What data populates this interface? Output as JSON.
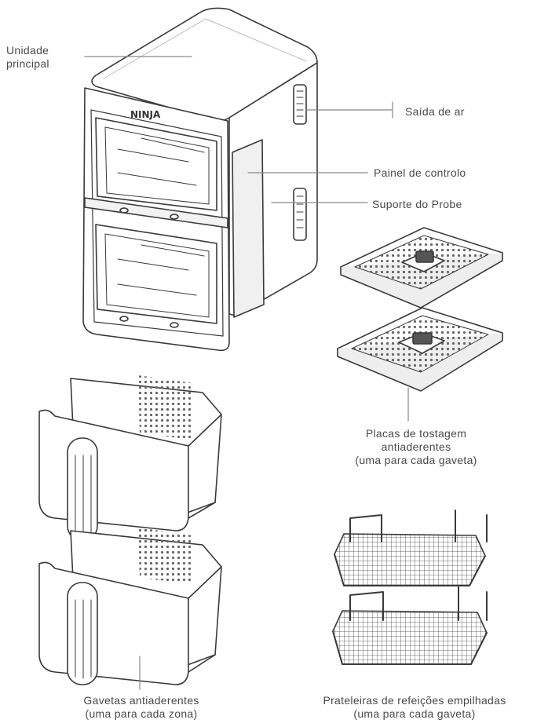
{
  "labels": {
    "main_unit": [
      "Unidade",
      "principal"
    ],
    "air_outlet": "Saída de ar",
    "control_panel": "Painel de controlo",
    "probe_holder": "Suporte do Probe",
    "crisper_plates": [
      "Placas de tostagem",
      "antiaderentes",
      "(uma para cada gaveta)"
    ],
    "drawers": [
      "Gavetas antiaderentes",
      "(uma para cada zona)"
    ],
    "racks": [
      "Prateleiras de refeições empilhadas",
      "(uma para cada gaveta)"
    ]
  },
  "brand_logo": "NINJA",
  "icons": [
    "air-fryer-unit",
    "crisper-plate",
    "drawer-basket",
    "stacking-rack"
  ],
  "colors": {
    "line": "#3a3a3a",
    "leader": "#888888",
    "fill": "#ffffff",
    "shade": "#e9e9e9"
  }
}
